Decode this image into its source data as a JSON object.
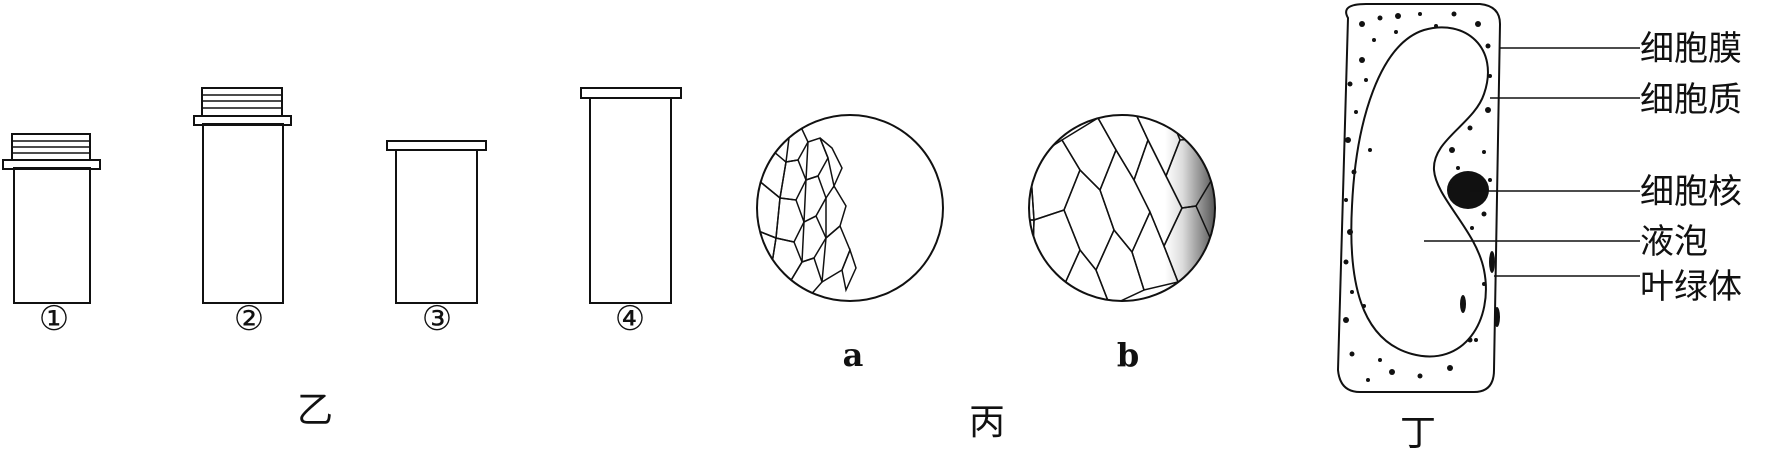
{
  "panel_yi": {
    "caption": "乙",
    "lenses": [
      {
        "label": "①"
      },
      {
        "label": "②"
      },
      {
        "label": "③"
      },
      {
        "label": "④"
      }
    ]
  },
  "panel_bing": {
    "caption": "丙",
    "views": [
      {
        "label": "a"
      },
      {
        "label": "b"
      }
    ]
  },
  "panel_ding": {
    "caption": "丁",
    "structures": [
      {
        "label": "细胞膜"
      },
      {
        "label": "细胞质"
      },
      {
        "label": "细胞核"
      },
      {
        "label": "液泡"
      },
      {
        "label": "叶绿体"
      }
    ]
  }
}
